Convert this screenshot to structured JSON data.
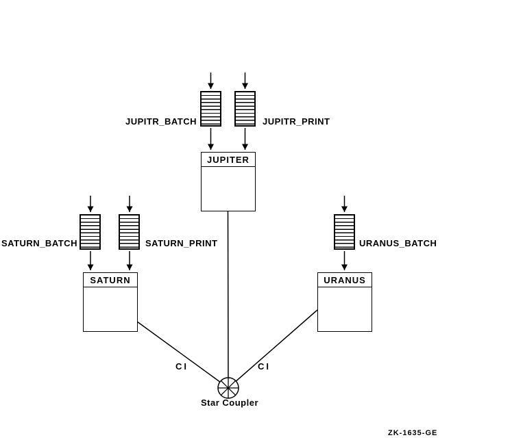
{
  "queues": {
    "jupitr_batch": "JUPITR_BATCH",
    "jupitr_print": "JUPITR_PRINT",
    "saturn_batch": "SATURN_BATCH",
    "saturn_print": "SATURN_PRINT",
    "uranus_batch": "URANUS_BATCH"
  },
  "nodes": {
    "jupiter": "JUPITER",
    "saturn": "SATURN",
    "uranus": "URANUS"
  },
  "links": {
    "saturn_ci": "CI",
    "uranus_ci": "CI"
  },
  "coupler": {
    "label": "Star Coupler"
  },
  "figure": {
    "id": "ZK-1635-GE"
  },
  "colors": {
    "ink": "#000000",
    "paper": "#ffffff"
  }
}
